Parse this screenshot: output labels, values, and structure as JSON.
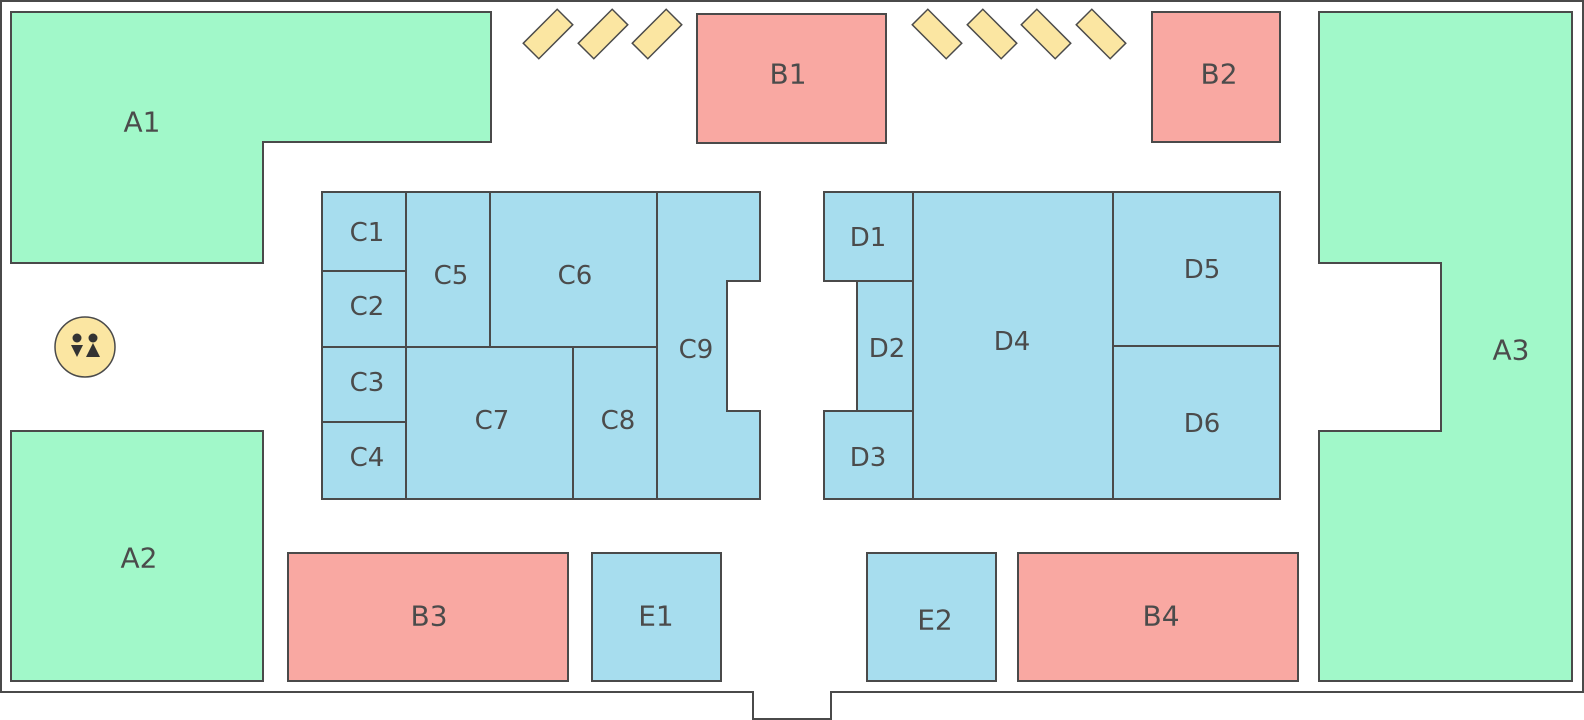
{
  "map": {
    "colors": {
      "outline": "#4a4a4a",
      "zone_a": "#a1f8c9",
      "zone_b": "#f9a8a2",
      "zone_c_d_e": "#a7ddee",
      "kiosk": "#fbe6a2"
    },
    "icons": {
      "restroom": "restroom-icon",
      "kiosk": "kiosk-marker-icon"
    },
    "rooms": {
      "a1": "A1",
      "a2": "A2",
      "a3": "A3",
      "b1": "B1",
      "b2": "B2",
      "b3": "B3",
      "b4": "B4",
      "c1": "C1",
      "c2": "C2",
      "c3": "C3",
      "c4": "C4",
      "c5": "C5",
      "c6": "C6",
      "c7": "C7",
      "c8": "C8",
      "c9": "C9",
      "d1": "D1",
      "d2": "D2",
      "d3": "D3",
      "d4": "D4",
      "d5": "D5",
      "d6": "D6",
      "e1": "E1",
      "e2": "E2"
    }
  }
}
